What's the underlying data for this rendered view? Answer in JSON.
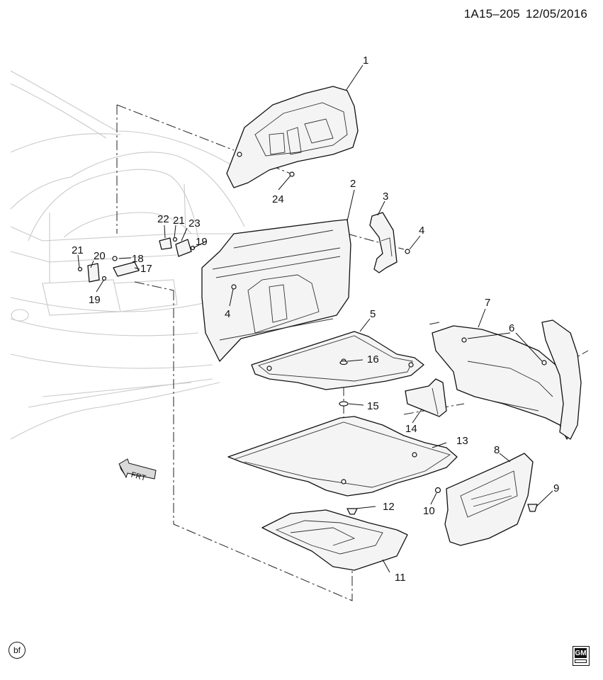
{
  "header": {
    "code": "1A15–205",
    "date": "12/05/2016"
  },
  "callouts": [
    {
      "id": "c1",
      "text": "1"
    },
    {
      "id": "c2",
      "text": "2"
    },
    {
      "id": "c3",
      "text": "3"
    },
    {
      "id": "c4a",
      "text": "4"
    },
    {
      "id": "c4b",
      "text": "4"
    },
    {
      "id": "c5",
      "text": "5"
    },
    {
      "id": "c6a",
      "text": "6"
    },
    {
      "id": "c6b",
      "text": "6"
    },
    {
      "id": "c7",
      "text": "7"
    },
    {
      "id": "c8",
      "text": "8"
    },
    {
      "id": "c9",
      "text": "9"
    },
    {
      "id": "c10",
      "text": "10"
    },
    {
      "id": "c11",
      "text": "11"
    },
    {
      "id": "c12",
      "text": "12"
    },
    {
      "id": "c13",
      "text": "13"
    },
    {
      "id": "c14",
      "text": "14"
    },
    {
      "id": "c15",
      "text": "15"
    },
    {
      "id": "c16",
      "text": "16"
    },
    {
      "id": "c17",
      "text": "17"
    },
    {
      "id": "c18",
      "text": "18"
    },
    {
      "id": "c19a",
      "text": "19"
    },
    {
      "id": "c19b",
      "text": "19"
    },
    {
      "id": "c20",
      "text": "20"
    },
    {
      "id": "c21a",
      "text": "21"
    },
    {
      "id": "c21b",
      "text": "21"
    },
    {
      "id": "c22",
      "text": "22"
    },
    {
      "id": "c23",
      "text": "23"
    },
    {
      "id": "c24",
      "text": "24"
    }
  ],
  "front_arrow": {
    "label": "FRT"
  },
  "footer": {
    "initials": "bf",
    "logo": "GM"
  },
  "icons": {
    "front-arrow": "front-direction-arrow-icon",
    "logo": "gm-logo-icon"
  }
}
